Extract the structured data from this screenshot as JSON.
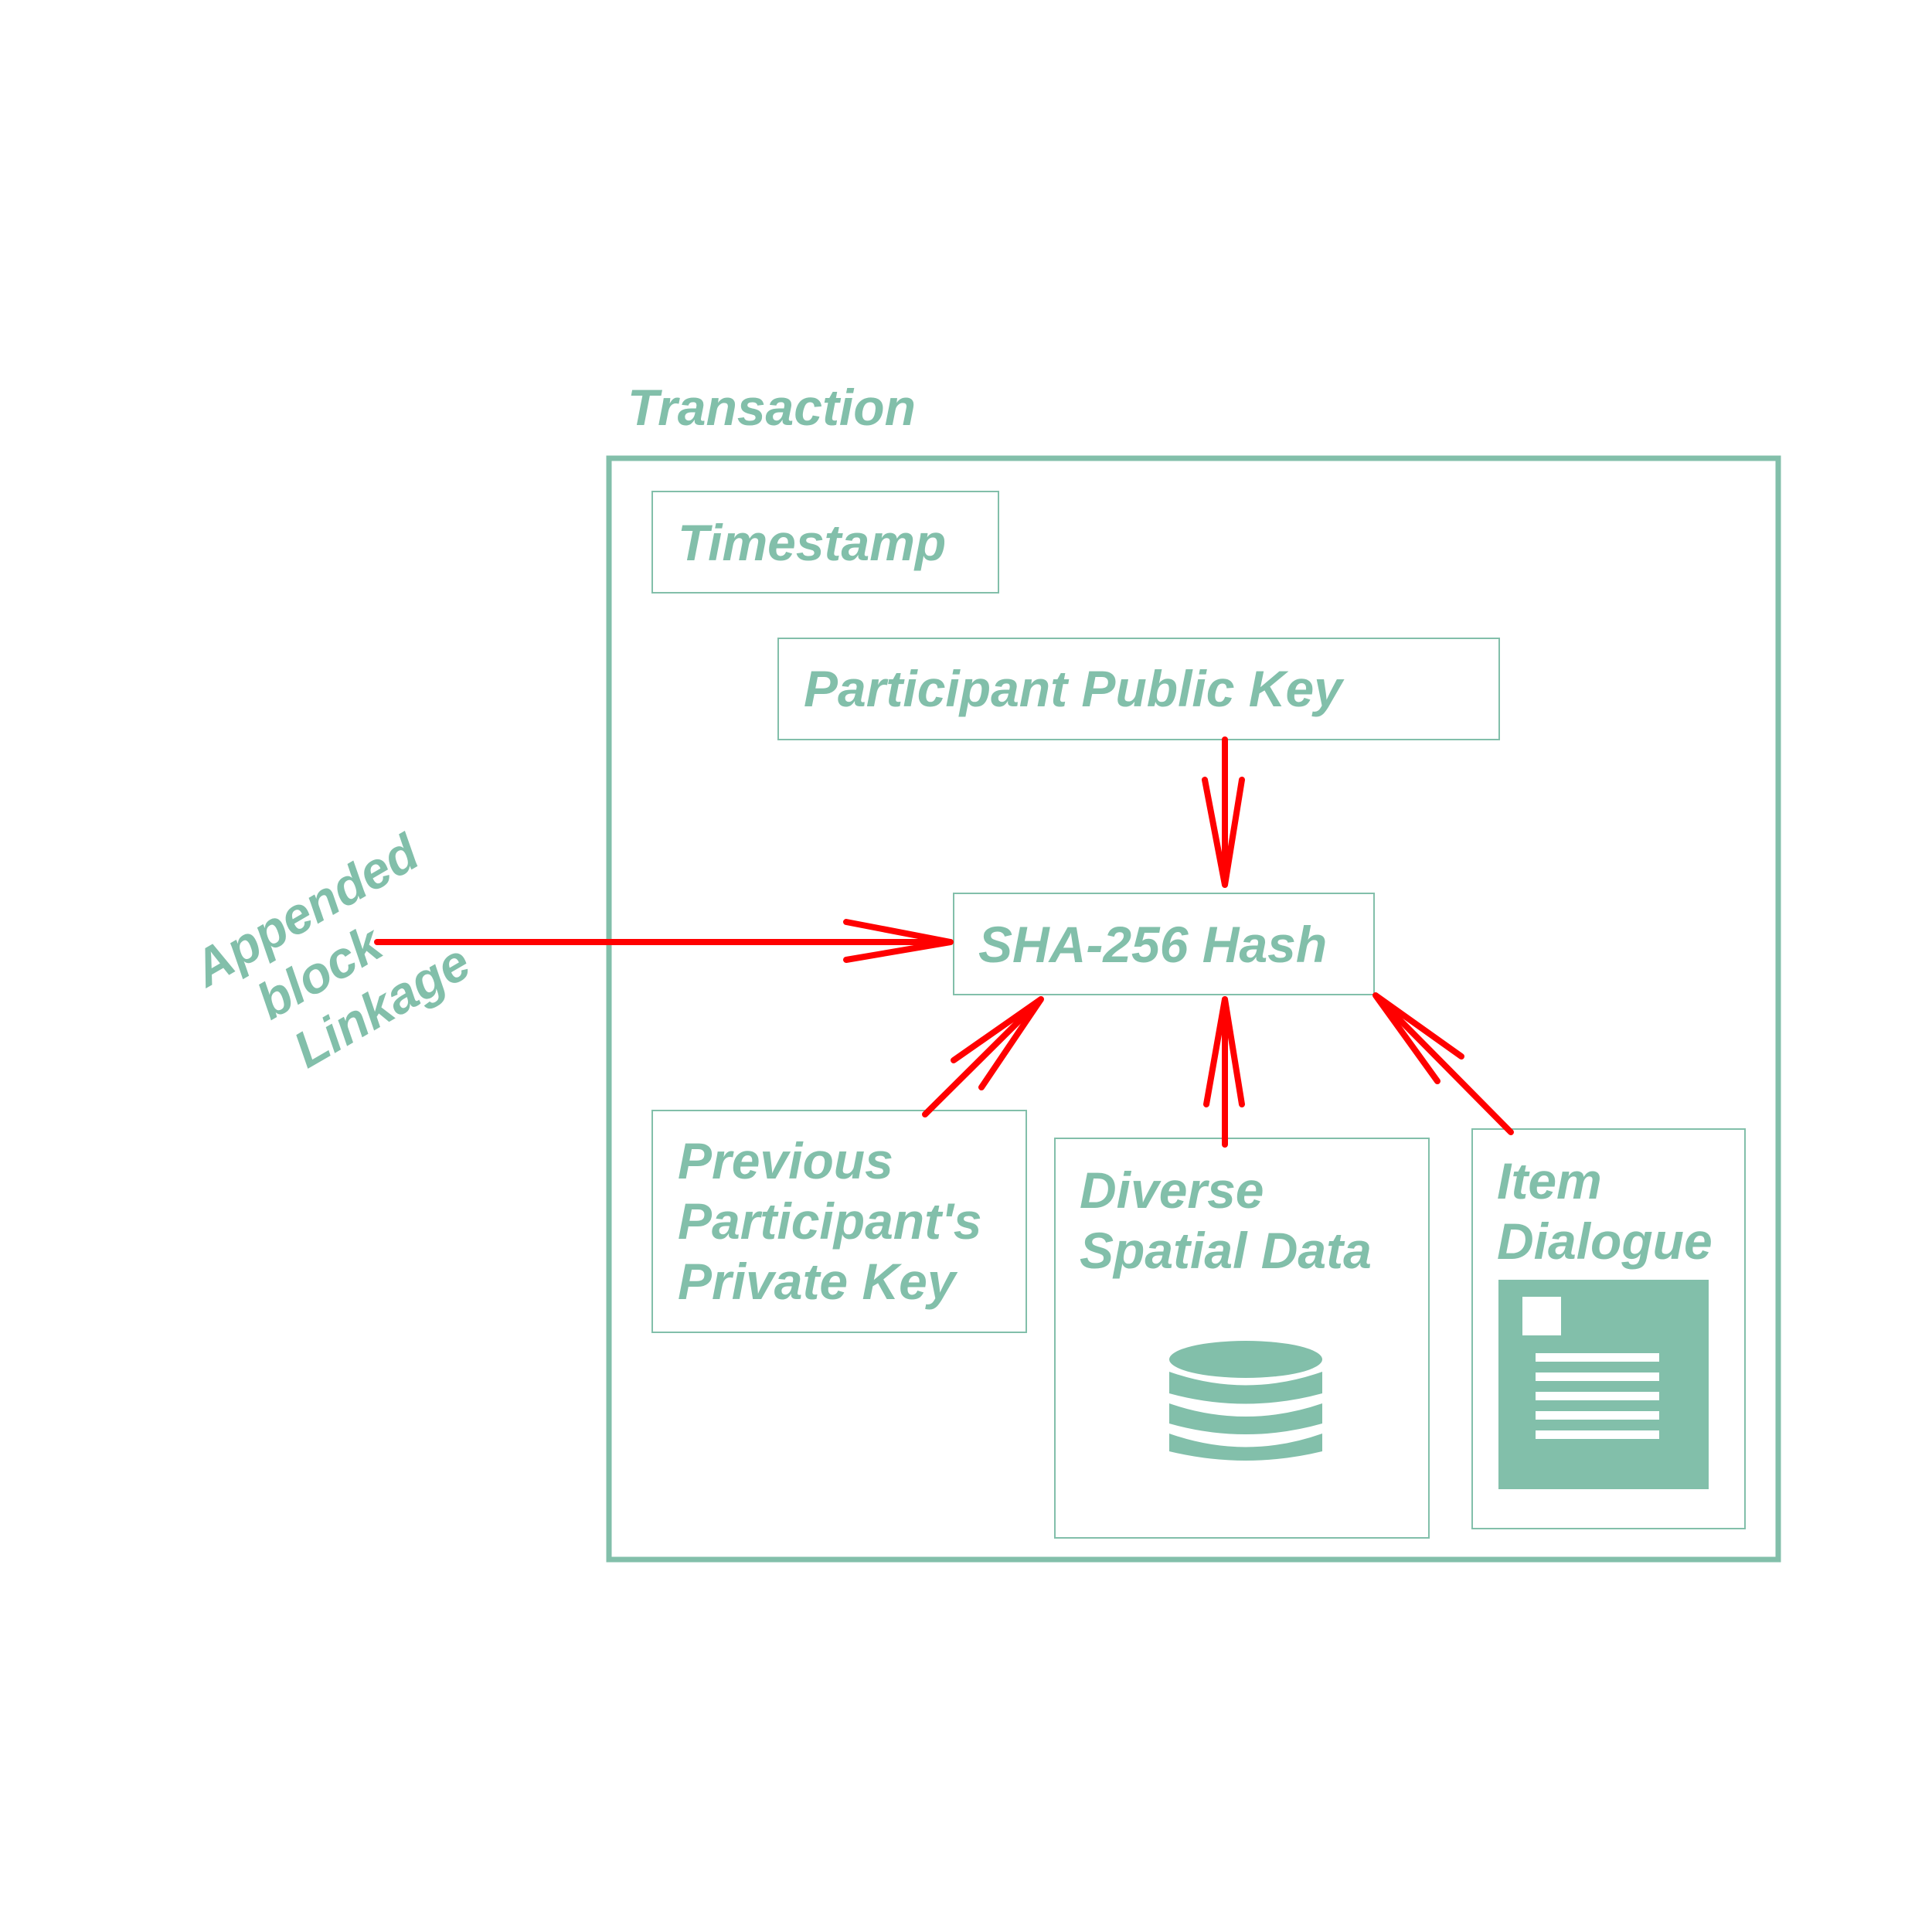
{
  "diagram": {
    "container_title": "Transaction",
    "side_label_lines": [
      "Appended",
      "block",
      "Linkage"
    ],
    "boxes": {
      "timestamp": {
        "lines": [
          "Timestamp"
        ]
      },
      "public_key": {
        "lines": [
          "Participant Public Key"
        ]
      },
      "hash": {
        "lines": [
          "SHA-256 Hash"
        ]
      },
      "private_key": {
        "lines": [
          "Previous",
          "Participant's",
          "Private Key"
        ]
      },
      "spatial_data": {
        "lines": [
          "Diverse",
          "Spatial Data"
        ],
        "icon": "database-icon"
      },
      "item_dialogue": {
        "lines": [
          "Item",
          "Dialogue"
        ],
        "icon": "document-icon"
      }
    },
    "colors": {
      "primary": "#82bfaa",
      "arrow": "#ff0000",
      "background": "#ffffff"
    }
  }
}
